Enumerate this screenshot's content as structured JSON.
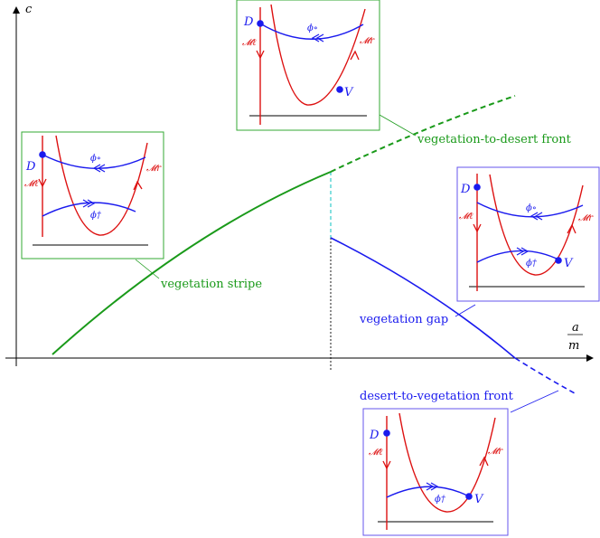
{
  "axes": {
    "y_label": "c",
    "x_label_num": "a",
    "x_label_den": "m"
  },
  "curves": {
    "stripe_label": "vegetation stripe",
    "veg_to_desert_label": "vegetation-to-desert front",
    "gap_label": "vegetation gap",
    "desert_to_veg_label": "desert-to-vegetation front"
  },
  "insets": {
    "D": "D",
    "V": "V",
    "M_left": "𝓜ℓ",
    "M_right": "𝓜r",
    "phi_o": "ϕ∘",
    "phi_dag": "ϕ†"
  },
  "colors": {
    "green": "#1a9a1a",
    "blue": "#1a1aee",
    "red": "#dd1111",
    "cyan": "#33cccc",
    "inset_green_border": "#33aa33",
    "inset_blue_border": "#6655ee"
  }
}
